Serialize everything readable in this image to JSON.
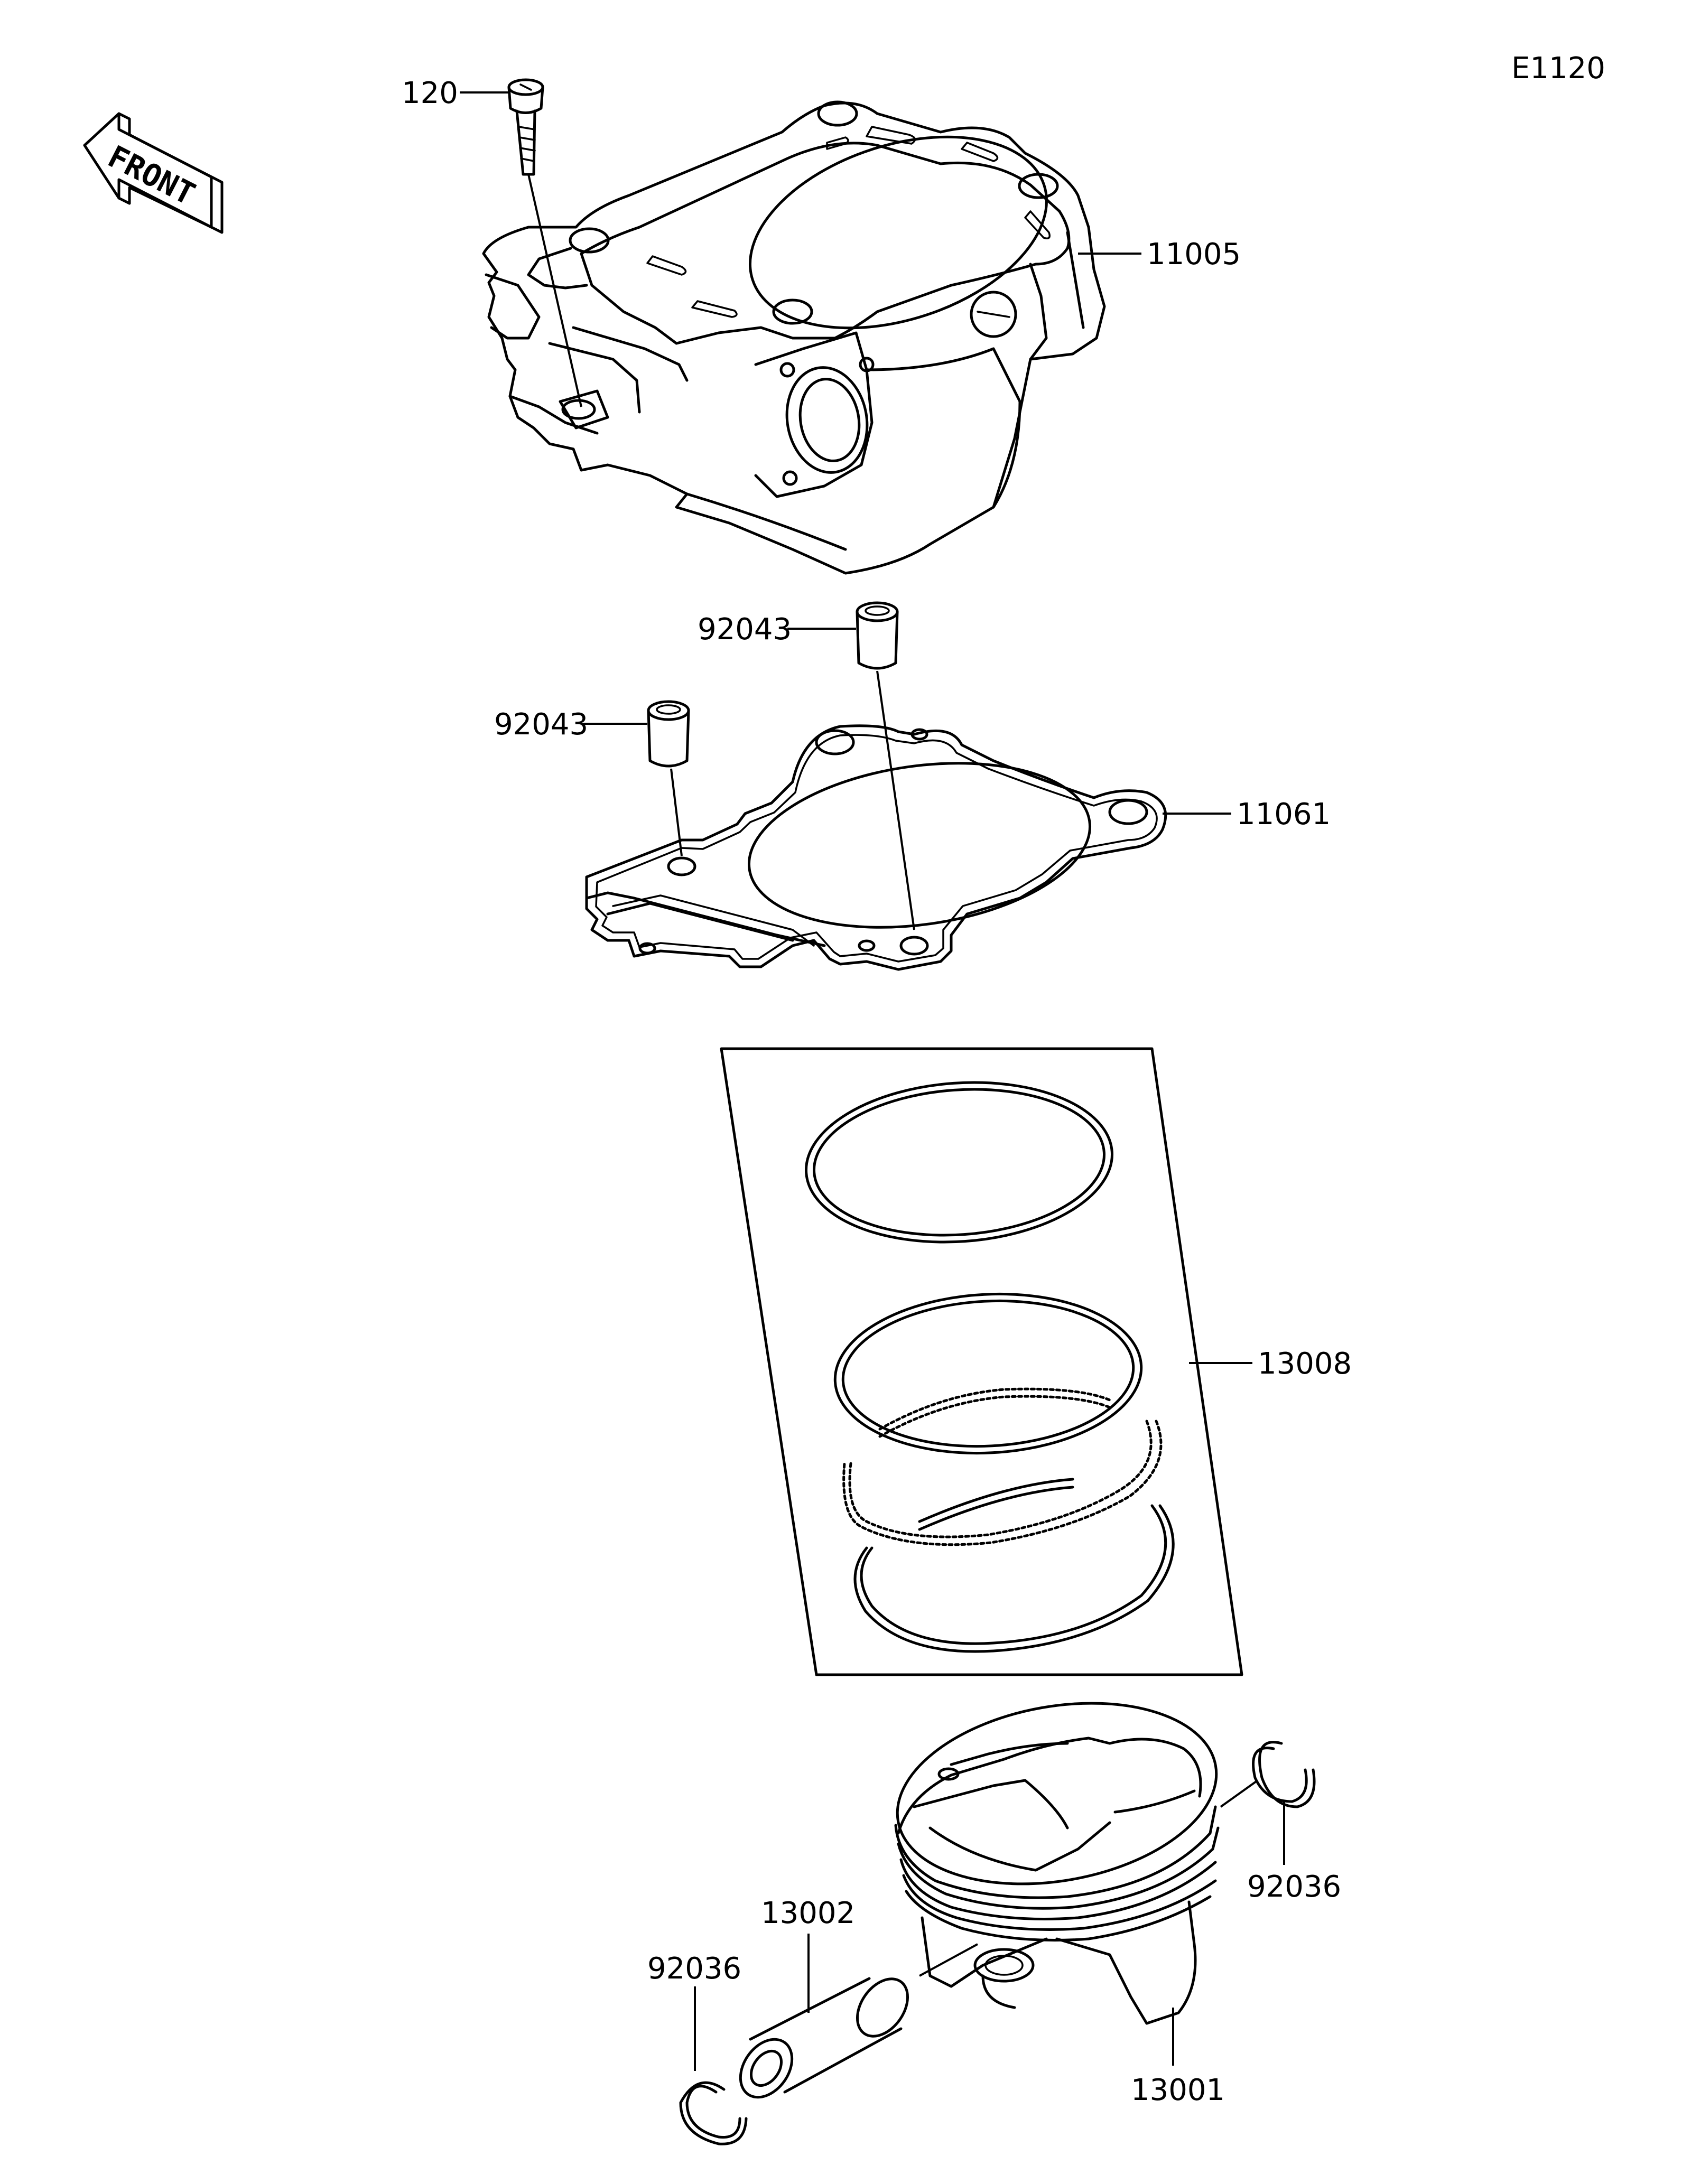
{
  "diagram_code": "E1120",
  "front_indicator": "FRONT",
  "parts": [
    {
      "id": "bolt",
      "number": "120"
    },
    {
      "id": "cylinder",
      "number": "11005"
    },
    {
      "id": "dowel-upper",
      "number": "92043"
    },
    {
      "id": "dowel-lower",
      "number": "92043"
    },
    {
      "id": "gasket",
      "number": "11061"
    },
    {
      "id": "ring-set",
      "number": "13008"
    },
    {
      "id": "circlip-right",
      "number": "92036"
    },
    {
      "id": "piston",
      "number": "13001"
    },
    {
      "id": "piston-pin",
      "number": "13002"
    },
    {
      "id": "circlip-left",
      "number": "92036"
    }
  ]
}
